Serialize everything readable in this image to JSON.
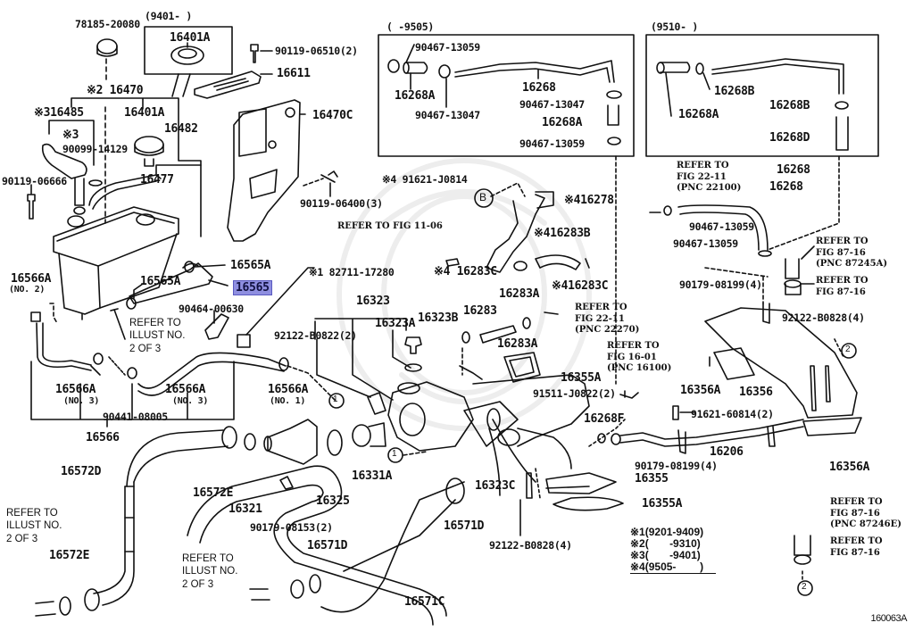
{
  "figure_id": "160063A",
  "highlighted_part": "16565",
  "colors": {
    "highlight": "#8f8fe0",
    "ink": "#111111",
    "background": "#ffffff"
  },
  "box_a": {
    "range": "(        -9505)",
    "labels": [
      "90467-13059",
      "16268A",
      "90467-13047",
      "16268",
      "90467-13047",
      "16268A",
      "90467-13059"
    ]
  },
  "box_b": {
    "range": "(9510-        )",
    "labels": [
      "16268A",
      "16268B",
      "16268B",
      "16268D"
    ]
  },
  "box_cap": {
    "range": "(9401-       )",
    "label": "16401A"
  },
  "labels": {
    "l78185": "78185-20080",
    "l90119_06510": "90119-06510(2)",
    "l16611": "16611",
    "l16470": "※2 16470",
    "l16485": "※316485",
    "l16401A2": "16401A",
    "l16482": "16482",
    "l3": "※3",
    "l90099": "90099-14129",
    "l16470C": "16470C",
    "l90119_06666": "90119-06666",
    "l16477": "16477",
    "l90119_06400": "90119-06400(3)",
    "l16566A_2": "16566A",
    "l16566A_2no": "(NO. 2)",
    "l16565A_1": "16565A",
    "l16565A_2": "16565A",
    "l16565": "16565",
    "l90464": "90464-00630",
    "lrefillust1": "REFER TO\nILLUST NO.\n2 OF 3",
    "l82711": "※1 82711-17280",
    "l16566A_3a": "16566A",
    "l16566A_3ano": "(NO. 3)",
    "l16566A_3b": "16566A",
    "l16566A_3bno": "(NO. 3)",
    "l16566A_1": "16566A",
    "l16566A_1no": "(NO. 1)",
    "l90441": "90441-08005",
    "l16566": "16566",
    "l91621_J0814": "※4 91621-J0814",
    "l16278": "※416278",
    "lref1106": "REFER TO FIG 11-06",
    "l16283B": "※416283B",
    "l16283C_1": "※4 16283C",
    "l16283C_2": "※416283C",
    "l16323": "16323",
    "l16323A": "16323A",
    "l16323B": "16323B",
    "l92122_B0822": "92122-B0822(2)",
    "l16283": "16283",
    "l16283A_1": "16283A",
    "l16283A_2": "16283A",
    "lref2211b": "REFER TO\nFIG 22-11\n(PNC 22270)",
    "l16355A_1": "16355A",
    "l91511": "91511-J0822(2)",
    "lref1601": "REFER TO\nFIG 16-01\n(PNC 16100)",
    "l16268F": "16268F",
    "lref2211a": "REFER TO\nFIG 22-11\n(PNC 22100)",
    "l16268_top": "16268",
    "l16268_hose": "16268",
    "l90467_a": "90467-13059",
    "l90467_b": "90467-13059",
    "lref8716a": "REFER TO\nFIG 87-16\n(PNC 87245A)",
    "lref8716b": "REFER TO\nFIG 87-16",
    "l90179_08199a": "90179-08199(4)",
    "l92122_B0828a": "92122-B0828(4)",
    "l16356A_1": "16356A",
    "l16356": "16356",
    "l91621_60814": "91621-60814(2)",
    "l16206": "16206",
    "l16356A_2": "16356A",
    "l90179_08199b": "90179-08199(4)",
    "l16355": "16355",
    "l16355A_2": "16355A",
    "l92122_B0828b": "92122-B0828(4)",
    "l16572D": "16572D",
    "l16572E_1": "16572E",
    "l16321": "16321",
    "l16325": "16325",
    "l16331A": "16331A",
    "l90179_08153": "90179-08153(2)",
    "l16323C": "16323C",
    "l16571D_1": "16571D",
    "l16571D_2": "16571D",
    "l16571C": "16571C",
    "lrefillust2": "REFER TO\nILLUST NO.\n2 OF 3",
    "lrefillust3": "REFER TO\nILLUST NO.\n2 OF 3",
    "l16572E_2": "16572E",
    "lref8716c": "REFER TO\nFIG 87-16\n(PNC 87246E)",
    "lref8716d": "REFER TO\nFIG 87-16",
    "circle1a": "1",
    "circle1b": "1",
    "circle2a": "2",
    "circle2b": "2",
    "circleB": "B"
  },
  "legend": [
    "※1(9201-9409)",
    "※2(       -9310)",
    "※3(       -9401)",
    "※4(9505-        )"
  ]
}
